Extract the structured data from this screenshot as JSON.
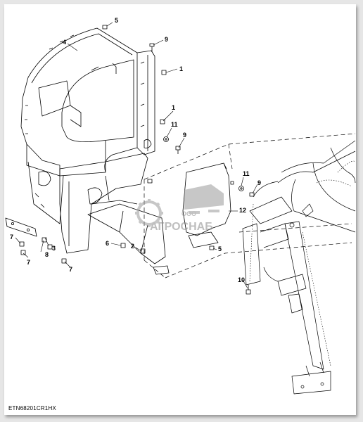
{
  "drawing_code": "ETN68201CR1HX",
  "watermark": {
    "org_prefix": "ООО",
    "name": "АГРОСНАБ"
  },
  "callouts": [
    "1",
    "1",
    "2",
    "3",
    "4",
    "5",
    "5",
    "6",
    "7",
    "7",
    "7",
    "8",
    "9",
    "9",
    "9",
    "10",
    "11",
    "11",
    "12"
  ]
}
